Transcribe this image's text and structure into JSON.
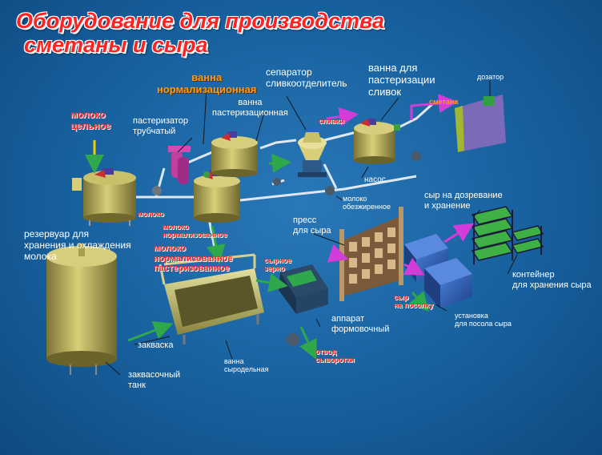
{
  "title": {
    "line1": "Оборудование для производства",
    "line2": "сметаны и сыра"
  },
  "labels": {
    "whole_milk": "молоко\nцельное",
    "storage_tank": "резервуар для\nхранения и охлаждения\nмолока",
    "tube_pasteurizer": "пастеризатор\nтрубчатый",
    "norm_bath": "ванна\nнормализационная",
    "past_bath": "ванна\nпастеризационная",
    "separator": "сепаратор\nсливкоотделитель",
    "cream_past_bath": "ванна для\nпастеризации\nсливок",
    "dozer": "дозатор",
    "cream": "сливки",
    "sour_cream": "сметана",
    "pump": "насос",
    "milk": "молоко",
    "milk_normalized": "молоко\nнормализованное",
    "skim_milk": "молоко\nобезжиренное",
    "milk_norm_past": "молоко\nнормализованное\nпастеризованное",
    "cheese_grain": "сырное\nзерно",
    "cheese_press": "пресс\nдля сыра",
    "ripening": "сыр на дозревание\nи хранение",
    "container": "контейнер\nдля хранения сыра",
    "to_salting": "сыр\nна посолку",
    "salting_unit": "установка\nдля посола сыра",
    "molding": "аппарат\nформовочный",
    "starter": "закваска",
    "starter_tank": "заквасочный\nтанк",
    "cheese_vat": "ванна\nсыродельная",
    "whey_drain": "отвод\nсыворотки"
  },
  "colors": {
    "background": "#17609e",
    "tank": "#b8b05a",
    "title": "#ff2222",
    "arrow_green": "#2ea84a",
    "arrow_magenta": "#d23cd8",
    "arrow_yellow": "#f0d000"
  }
}
